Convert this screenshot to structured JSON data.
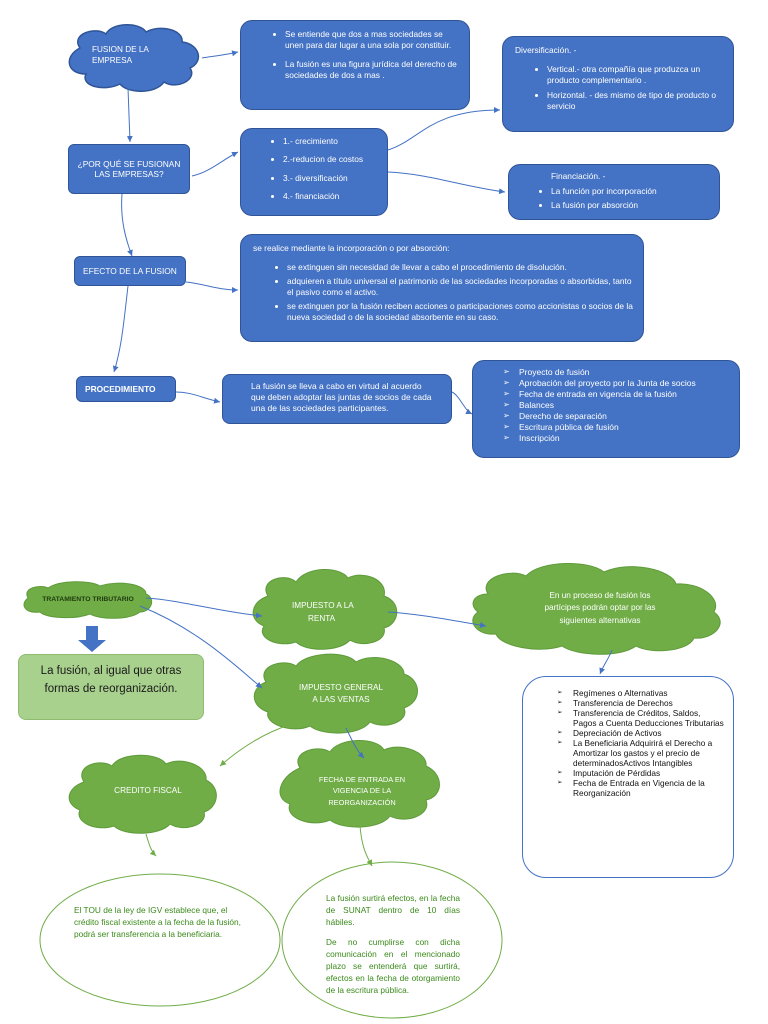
{
  "top": {
    "fusion_cloud": {
      "line1": "FUSION DE LA",
      "line2": "EMPRESA"
    },
    "def_box": {
      "items": [
        "Se entiende que dos a mas sociedades se unen para dar lugar a una sola por constituir.",
        "La fusión es una figura jurídica del derecho de sociedades de dos a mas ."
      ]
    },
    "por_que": {
      "label": "¿POR QUÉ SE FUSIONAN LAS EMPRESAS?"
    },
    "reasons_box": {
      "items": [
        "1.- crecimiento",
        "2.-reducion de costos",
        "3.- diversificación",
        "4.- financiación"
      ]
    },
    "diversificacion": {
      "title": "Diversificación. -",
      "items": [
        "Vertical.- otra compañía que produzca un producto complementario .",
        "Horizontal. - des mismo de tipo de producto o servicio"
      ]
    },
    "financiacion": {
      "title": "Financiación. -",
      "items": [
        "La función por incorporación",
        "La fusión por absorción"
      ]
    },
    "efecto": {
      "label": "EFECTO DE LA FUSION"
    },
    "efecto_box": {
      "intro": "se realice mediante la incorporación o por absorción:",
      "items": [
        "se extinguen sin necesidad de llevar a cabo el procedimiento de disolución.",
        "adquieren a título universal el patrimonio de las sociedades incorporadas o absorbidas, tanto el pasivo como el activo.",
        "se extinguen por la fusión reciben acciones o participaciones como accionistas o socios de la nueva sociedad o de la sociedad absorbente en su caso."
      ]
    },
    "procedimiento": {
      "label": "PROCEDIMIENTO"
    },
    "proc_box": {
      "text": "La fusión se lleva a cabo en virtud al acuerdo que deben adoptar las juntas de socios de cada una de las sociedades participantes."
    },
    "steps_box": {
      "items": [
        "Proyecto de fusión",
        "Aprobación del proyecto por la Junta de socios",
        "Fecha de entrada en vigencia de la fusión",
        "Balances",
        "Derecho de separación",
        "Escritura pública de fusión",
        "Inscripción"
      ]
    }
  },
  "bottom": {
    "tratamiento": {
      "label": "TRATAMIENTO TRIBUTARIO"
    },
    "reorg_box": {
      "text": "La fusión, al igual que otras formas de reorganización."
    },
    "renta": {
      "line1": "IMPUESTO A LA",
      "line2": "RENTA"
    },
    "alternativas_cloud": {
      "line1": "En un proceso de fusión los",
      "line2": "partícipes podrán optar por las",
      "line3": "siguientes alternativas"
    },
    "alternativas_list": {
      "items": [
        "Regímenes o Alternativas",
        "Transferencia de Derechos",
        "Transferencia de Créditos, Saldos, Pagos a Cuenta Deducciones Tributarias",
        "Depreciación de Activos",
        "La Beneficiaria Adquirirá el Derecho a Amortizar los gastos y el precio de determinadosActivos Intangibles",
        "Imputación de Pérdidas",
        "Fecha de Entrada en Vigencia de la Reorganización"
      ]
    },
    "igv": {
      "line1": "IMPUESTO GENERAL",
      "line2": "A LAS VENTAS"
    },
    "credito": {
      "label": "CREDITO FISCAL"
    },
    "fecha": {
      "line1": "FECHA DE ENTRADA EN",
      "line2": "VIGENCIA DE LA",
      "line3": "REORGANIZACIÓN"
    },
    "credito_oval": {
      "text": "El TOU de la ley de IGV establece que, el crédito fiscal existente a la fecha de la fusión, podrá ser transferencia a la beneficiaria."
    },
    "fecha_oval": {
      "p1": "La fusión surtirá efectos, en la fecha de SUNAT dentro de 10 días hábiles.",
      "p2": "De no cumplirse con dicha comunicación en el mencionado plazo se entenderá que surtirá, efectos en la fecha de otorgamiento de la escritura pública."
    }
  },
  "colors": {
    "blue": "#4472c4",
    "blue_border": "#2f5597",
    "green": "#70ad47",
    "light_green": "#a9d18e",
    "green_text": "#3a8a1a"
  }
}
